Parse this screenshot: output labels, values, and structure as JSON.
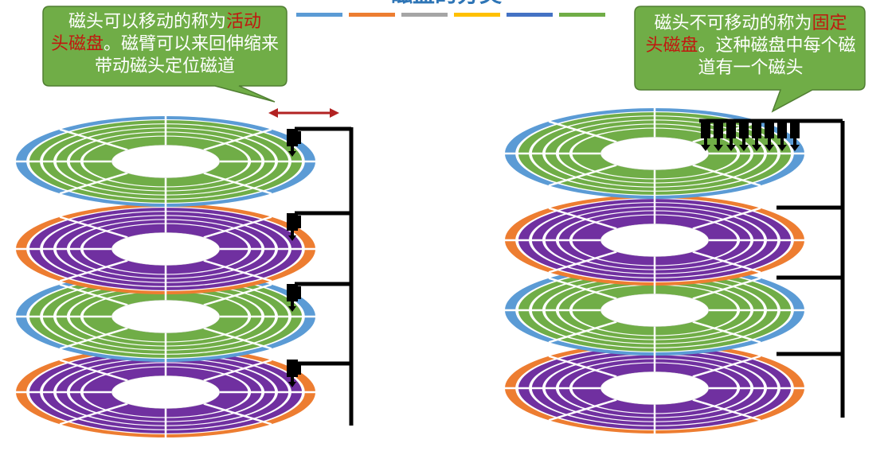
{
  "header": {
    "title": "磁盘的分类",
    "legend_colors": [
      "#5b9bd5",
      "#ed7d31",
      "#a5a5a5",
      "#ffc000",
      "#4472c4",
      "#70ad47"
    ]
  },
  "left_callout": {
    "part1": "磁头可以移动的称为",
    "highlight1": "活动",
    "highlight2": "头磁盘",
    "part2": "。磁臂可以来回伸缩来带动磁头定位磁道"
  },
  "right_callout": {
    "part1": "磁头不可移动的称为",
    "highlight1": "固定",
    "highlight2": "头磁盘",
    "part2": "。这种磁盘中每个磁道有一个磁头"
  },
  "colors": {
    "callout_fill": "#70ad47",
    "callout_border": "#507e32",
    "highlight": "#c0180f",
    "arrow": "#b22222",
    "blue": "#5b9bd5",
    "green": "#70ad47",
    "orange": "#ed7d31",
    "purple": "#7030a0",
    "arm": "#000000"
  },
  "left_stack": {
    "platter_colors": [
      [
        "blue",
        "green"
      ],
      [
        "orange",
        "purple"
      ],
      [
        "blue",
        "green"
      ],
      [
        "orange",
        "purple"
      ]
    ],
    "head_type": "movable"
  },
  "right_stack": {
    "platter_colors": [
      [
        "blue",
        "green"
      ],
      [
        "orange",
        "purple"
      ],
      [
        "blue",
        "green"
      ],
      [
        "orange",
        "purple"
      ]
    ],
    "head_type": "fixed",
    "fixed_head_count": 8
  }
}
